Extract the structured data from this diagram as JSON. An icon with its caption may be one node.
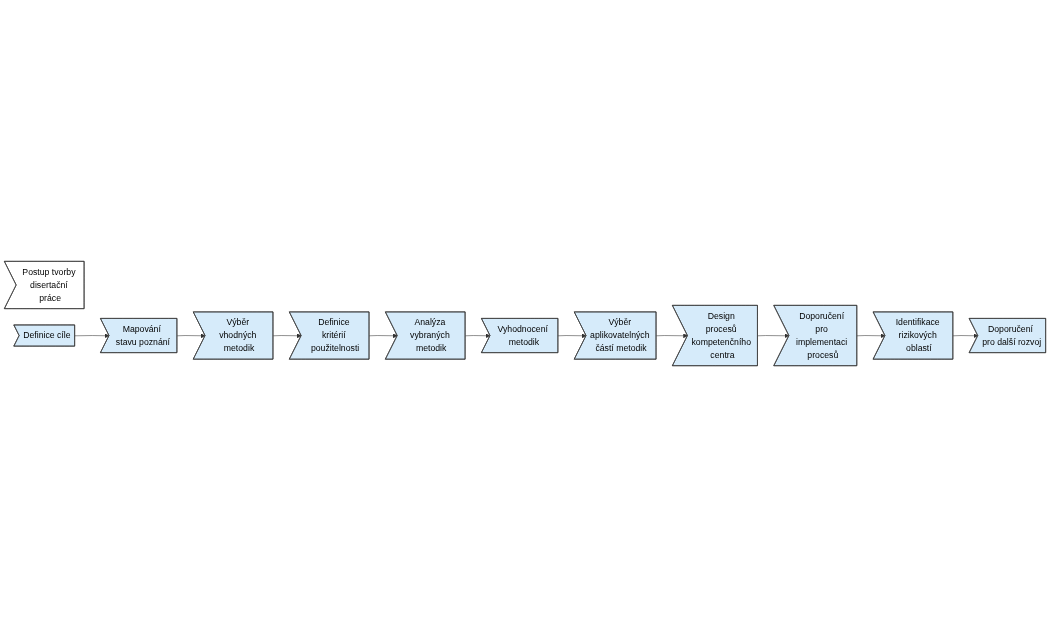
{
  "diagram": {
    "nodes": [
      {
        "text": [
          "Postup tvorby disertační práce"
        ]
      },
      {
        "text": [
          "Definice cíle"
        ]
      },
      {
        "text": [
          "Mapování stavu poznání"
        ]
      },
      {
        "text": [
          "Výběr vhodných metodik"
        ]
      },
      {
        "text": [
          "Definice kritérií použitelnosti"
        ]
      },
      {
        "text": [
          "Analýza vybraných metodik"
        ]
      },
      {
        "text": [
          "Vyhodnocení metodik"
        ]
      },
      {
        "text": [
          "Výběr aplikovatelných částí metodik"
        ]
      },
      {
        "text": [
          "Design procesů kompetenčního centra"
        ]
      },
      {
        "text": [
          "Doporučení pro implementaci procesů"
        ]
      },
      {
        "text": [
          "Identifikace rizikových oblastí"
        ]
      },
      {
        "text": [
          "Doporučení pro další rozvoj"
        ]
      }
    ],
    "edges": [
      {
        "from": 1,
        "to": 2,
        "arrow": "to"
      },
      {
        "from": 2,
        "to": 3,
        "arrow": "to"
      },
      {
        "from": 3,
        "to": 4,
        "arrow": "to"
      },
      {
        "from": 4,
        "to": 5,
        "arrow": "to"
      },
      {
        "from": 5,
        "to": 6,
        "arrow": "to"
      },
      {
        "from": 6,
        "to": 7,
        "arrow": "to"
      },
      {
        "from": 7,
        "to": 8,
        "arrow": "to"
      },
      {
        "from": 8,
        "to": 9,
        "arrow": "to"
      },
      {
        "from": 9,
        "to": 10,
        "arrow": "to"
      },
      {
        "from": 10,
        "to": 11,
        "arrow": "to"
      }
    ]
  }
}
